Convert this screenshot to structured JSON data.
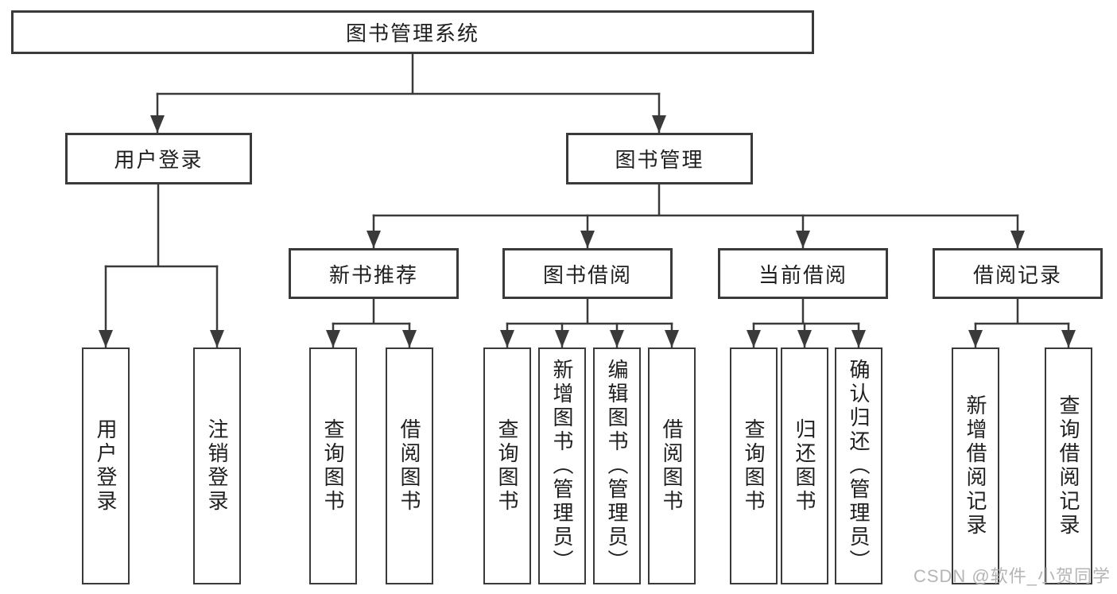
{
  "diagram": {
    "type": "hierarchy-tree",
    "colors": {
      "background": "#ffffff",
      "box_border": "#3a3a3a",
      "connector_line": "#3a3a3a",
      "text": "#1f1f1f",
      "watermark": "#b5b5b5"
    },
    "tree": {
      "root": {
        "label": "图书管理系统"
      },
      "branches": [
        {
          "label": "用户登录",
          "children": [
            "用户登录",
            "注销登录"
          ]
        },
        {
          "label": "图书管理",
          "children": [
            {
              "label": "新书推荐",
              "children": [
                "查询图书",
                "借阅图书"
              ]
            },
            {
              "label": "图书借阅",
              "children": [
                "查询图书",
                "新增图书（管理员）",
                "编辑图书（管理员）",
                "借阅图书"
              ]
            },
            {
              "label": "当前借阅",
              "children": [
                "查询图书",
                "归还图书",
                "确认归还（管理员）"
              ]
            },
            {
              "label": "借阅记录",
              "children": [
                "新增借阅记录",
                "查询借阅记录"
              ]
            }
          ]
        }
      ]
    },
    "watermark": "CSDN @软件_小贺同学"
  }
}
